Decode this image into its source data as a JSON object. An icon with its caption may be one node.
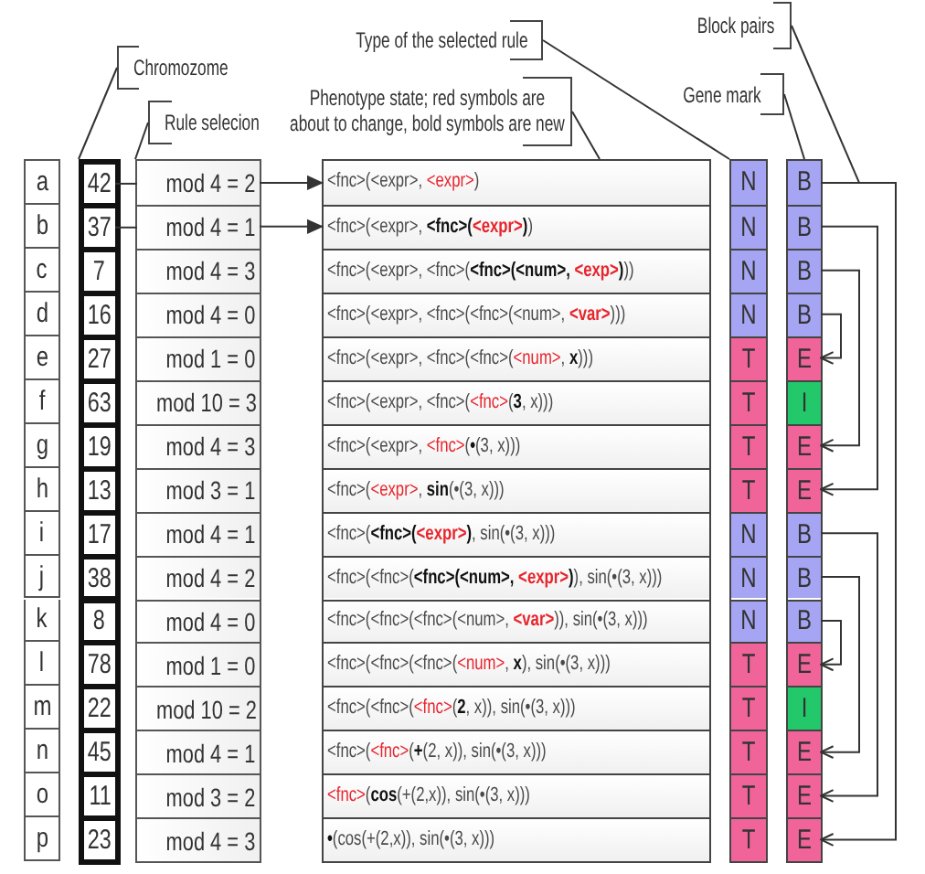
{
  "diagram": {
    "nodes": [
      {
        "text": [
          "Block pairs"
        ]
      },
      {
        "text": [
          "Type of the selected rule"
        ]
      },
      {
        "text": [
          "Chromozome"
        ]
      },
      {
        "text": [
          "Phenotype state; red symbols are about to change, bold symbols are new"
        ]
      },
      {
        "text": [
          "Gene mark"
        ]
      },
      {
        "text": [
          "Rule selecion"
        ]
      },
      {
        "text": [
          "a"
        ]
      },
      {
        "text": [
          "b"
        ]
      },
      {
        "text": [
          "c"
        ]
      },
      {
        "text": [
          "d"
        ]
      },
      {
        "text": [
          "e"
        ]
      },
      {
        "text": [
          "f"
        ]
      },
      {
        "text": [
          "g"
        ]
      },
      {
        "text": [
          "h"
        ]
      },
      {
        "text": [
          "i"
        ]
      },
      {
        "text": [
          "j"
        ]
      },
      {
        "text": [
          "k"
        ]
      },
      {
        "text": [
          "l"
        ]
      },
      {
        "text": [
          "m"
        ]
      },
      {
        "text": [
          "n"
        ]
      },
      {
        "text": [
          "o"
        ]
      },
      {
        "text": [
          "p"
        ]
      },
      {
        "text": [],
        "shape": "box"
      },
      {
        "text": [
          "42"
        ],
        "in": 22
      },
      {
        "text": [
          "37"
        ],
        "in": 22
      },
      {
        "text": [
          "7"
        ],
        "in": 22
      },
      {
        "text": [
          "16"
        ],
        "in": 22
      },
      {
        "text": [
          "27"
        ],
        "in": 22
      },
      {
        "text": [
          "63"
        ],
        "in": 22
      },
      {
        "text": [
          "19"
        ],
        "in": 22
      },
      {
        "text": [
          "13"
        ],
        "in": 22
      },
      {
        "text": [
          "17"
        ],
        "in": 22
      },
      {
        "text": [
          "38"
        ],
        "in": 22
      },
      {
        "text": [
          "8"
        ],
        "in": 22
      },
      {
        "text": [
          "78"
        ],
        "in": 22
      },
      {
        "text": [
          "22"
        ],
        "in": 22
      },
      {
        "text": [
          "45"
        ],
        "in": 22
      },
      {
        "text": [
          "11"
        ],
        "in": 22
      },
      {
        "text": [
          "23"
        ],
        "in": 22
      },
      {
        "text": [],
        "shape": "box"
      },
      {
        "text": [
          "mod 4 = 2"
        ],
        "in": 39
      },
      {
        "text": [
          "mod 4 = 1"
        ],
        "in": 39
      },
      {
        "text": [
          "mod 4 = 3"
        ],
        "in": 39
      },
      {
        "text": [
          "mod 4 = 0"
        ],
        "in": 39
      },
      {
        "text": [
          "mod 1 = 0"
        ],
        "in": 39
      },
      {
        "text": [
          "mod 10 = 3"
        ],
        "in": 39
      },
      {
        "text": [
          "mod 4 = 3"
        ],
        "in": 39
      },
      {
        "text": [
          "mod 3 = 1"
        ],
        "in": 39
      },
      {
        "text": [
          "mod 4 = 1"
        ],
        "in": 39
      },
      {
        "text": [
          "mod 4 = 2"
        ],
        "in": 39
      },
      {
        "text": [
          "mod 4 = 0"
        ],
        "in": 39
      },
      {
        "text": [
          "mod 1 = 0"
        ],
        "in": 39
      },
      {
        "text": [
          "mod 10 = 2"
        ],
        "in": 39
      },
      {
        "text": [
          "mod 4 = 1"
        ],
        "in": 39
      },
      {
        "text": [
          "mod 3 = 2"
        ],
        "in": 39
      },
      {
        "text": [
          "mod 4 = 3"
        ],
        "in": 39
      },
      {
        "text": [],
        "shape": "box"
      },
      {
        "text": [
          "<fnc>(<expr>, <expr>)"
        ],
        "in": 56
      },
      {
        "text": [
          "<fnc>(<expr>, **<fnc>(<expr>)**)"
        ],
        "in": 56
      },
      {
        "text": [
          "<fnc>(<expr>, <fnc>(**<fnc>(<num>, <exp>)**))"
        ],
        "in": 56
      },
      {
        "text": [
          "<fnc>(<expr>, <fnc>(<fnc>(<num>, **<var>**)))"
        ],
        "in": 56
      },
      {
        "text": [
          "<fnc>(<expr>, <fnc>(<fnc>(<num>, **x**)))"
        ],
        "in": 56
      },
      {
        "text": [
          "<fnc>(<expr>, <fnc>(<fnc>(**3**, x)))"
        ],
        "in": 56
      },
      {
        "text": [
          "<fnc>(<expr>, <fnc>(**•**(3, x)))"
        ],
        "in": 56
      },
      {
        "text": [
          "<fnc>(<expr>, **sin**(•(3, x)))"
        ],
        "in": 56
      },
      {
        "text": [
          "<fnc>(**<fnc>(<expr>)**, sin(•(3, x)))"
        ],
        "in": 56
      },
      {
        "text": [
          "<fnc>(<fnc>(**<fnc>(<num>, <expr>)**), sin(•(3, x)))"
        ],
        "in": 56
      },
      {
        "text": [
          "<fnc>(<fnc>(<fnc>(<num>, **<var>**)), sin(•(3, x)))"
        ],
        "in": 56
      },
      {
        "text": [
          "<fnc>(<fnc>(<fnc>(<num>, **x**), sin(•(3, x)))"
        ],
        "in": 56
      },
      {
        "text": [
          "<fnc>(<fnc>(<fnc>(**2**, x)), sin(•(3, x)))"
        ],
        "in": 56
      },
      {
        "text": [
          "<fnc>(<fnc>(**+**(2, x)), sin(•(3, x)))"
        ],
        "in": 56
      },
      {
        "text": [
          "<fnc>(**cos**(+(2,x)), sin(•(3, x)))"
        ],
        "in": 56
      },
      {
        "text": [
          "**•**(cos(+(2,x)), sin(•(3, x)))"
        ],
        "in": 56
      },
      {
        "text": [],
        "shape": "box"
      },
      {
        "text": [
          "N"
        ],
        "in": 73
      },
      {
        "text": [
          "N"
        ],
        "in": 73
      },
      {
        "text": [
          "N"
        ],
        "in": 73
      },
      {
        "text": [
          "N"
        ],
        "in": 73
      },
      {
        "text": [
          "T"
        ],
        "in": 73
      },
      {
        "text": [
          "T"
        ],
        "in": 73
      },
      {
        "text": [
          "T"
        ],
        "in": 73
      },
      {
        "text": [
          "T"
        ],
        "in": 73
      },
      {
        "text": [
          "N"
        ],
        "in": 73
      },
      {
        "text": [
          "N"
        ],
        "in": 73
      },
      {
        "text": [
          "N"
        ],
        "in": 73
      },
      {
        "text": [
          "T"
        ],
        "in": 73
      },
      {
        "text": [
          "T"
        ],
        "in": 73
      },
      {
        "text": [
          "T"
        ],
        "in": 73
      },
      {
        "text": [
          "T"
        ],
        "in": 73
      },
      {
        "text": [
          "T"
        ],
        "in": 73
      },
      {
        "text": [],
        "shape": "box"
      },
      {
        "text": [
          "B"
        ],
        "in": 90
      },
      {
        "text": [
          "B"
        ],
        "in": 90
      },
      {
        "text": [
          "B"
        ],
        "in": 90
      },
      {
        "text": [
          "B"
        ],
        "in": 90
      },
      {
        "text": [
          "E"
        ],
        "in": 90
      },
      {
        "text": [
          "I"
        ],
        "in": 90
      },
      {
        "text": [
          "E"
        ],
        "in": 90
      },
      {
        "text": [
          "E"
        ],
        "in": 90
      },
      {
        "text": [
          "B"
        ],
        "in": 90
      },
      {
        "text": [
          "B"
        ],
        "in": 90
      },
      {
        "text": [
          "B"
        ],
        "in": 90
      },
      {
        "text": [
          "E"
        ],
        "in": 90
      },
      {
        "text": [
          "I"
        ],
        "in": 90
      },
      {
        "text": [
          "E"
        ],
        "in": 90
      },
      {
        "text": [
          "E"
        ],
        "in": 90
      },
      {
        "text": [
          "E"
        ],
        "in": 90
      }
    ],
    "edges": [
      {
        "from": 23,
        "to": 40,
        "arrow": "none"
      },
      {
        "from": 24,
        "to": 41,
        "arrow": "none"
      },
      {
        "from": 40,
        "to": 57,
        "arrow": "to"
      },
      {
        "from": 41,
        "to": 58,
        "arrow": "to"
      },
      {
        "from": 91,
        "to": 106,
        "arrow": "to"
      },
      {
        "from": 92,
        "to": 98,
        "arrow": "to"
      },
      {
        "from": 93,
        "to": 97,
        "arrow": "to"
      },
      {
        "from": 94,
        "to": 95,
        "arrow": "to"
      },
      {
        "from": 99,
        "to": 105,
        "arrow": "to"
      },
      {
        "from": 100,
        "to": 104,
        "arrow": "to"
      },
      {
        "from": 101,
        "to": 102,
        "arrow": "to"
      },
      {
        "from": 0,
        "to": null,
        "arrow": "none"
      },
      {
        "from": 1,
        "to": 73,
        "arrow": "none"
      },
      {
        "from": 2,
        "to": 22,
        "arrow": "none"
      },
      {
        "from": 3,
        "to": 56,
        "arrow": "none"
      },
      {
        "from": 4,
        "to": 90,
        "arrow": "none"
      },
      {
        "from": 5,
        "to": 39,
        "arrow": "none"
      }
    ]
  }
}
